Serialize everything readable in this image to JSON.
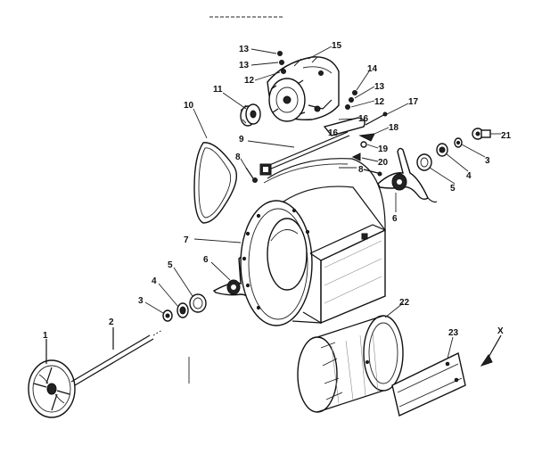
{
  "diagram": {
    "callouts": {
      "c1": "1",
      "c2": "2",
      "c3": "3",
      "c4": "4",
      "c5": "5",
      "c6": "6",
      "c7": "7",
      "c8": "8",
      "c9": "9",
      "c10": "10",
      "c11": "11",
      "c12": "12",
      "c13": "13",
      "c14": "14",
      "c15": "15",
      "c16": "16",
      "c17": "17",
      "c18": "18",
      "c19": "19",
      "c20": "20",
      "c21": "21",
      "c22": "22",
      "c23": "23",
      "cX": "X",
      "c3b": "3",
      "c4b": "4",
      "c5b": "5",
      "c6b": "6",
      "c8b": "8",
      "c12b": "12",
      "c13b": "13",
      "c16b": "16"
    }
  }
}
